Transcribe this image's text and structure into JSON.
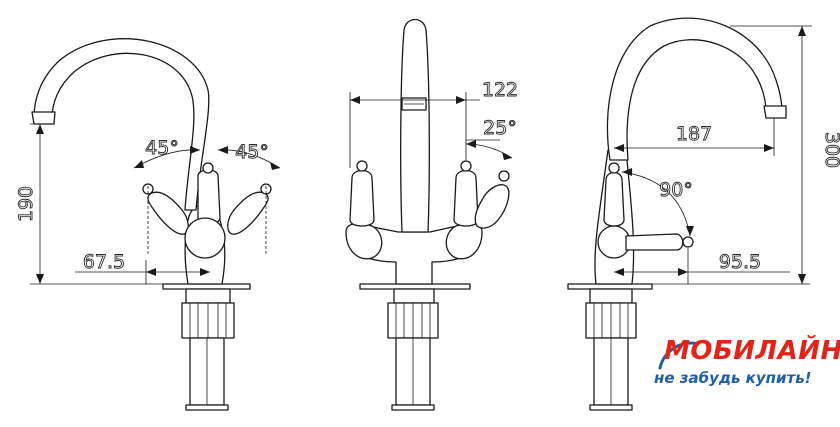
{
  "dimensions": {
    "left_view": {
      "height": "190",
      "offset": "67.5",
      "angle_left": "45°",
      "angle_right": "45°"
    },
    "center_view": {
      "width": "122",
      "angle": "25°"
    },
    "right_view": {
      "height": "300",
      "reach": "187",
      "angle": "90°",
      "offset": "95.5"
    }
  },
  "logo": {
    "brand": "МОБИЛАЙН",
    "tagline": "не забудь купить!",
    "colors": {
      "brand": "#e2231a",
      "tagline": "#1f5fa8"
    }
  }
}
